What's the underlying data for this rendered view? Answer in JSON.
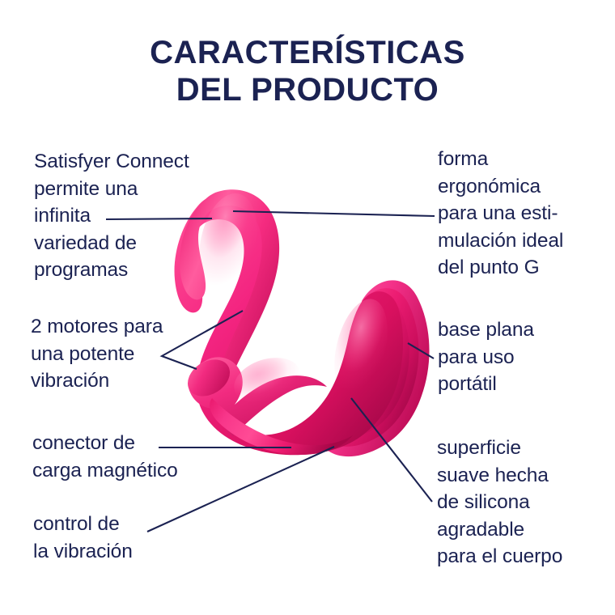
{
  "page": {
    "background_color": "#ffffff",
    "text_color": "#1b2252",
    "product_color_light": "#ff3d86",
    "product_color_mid": "#ea1a6e",
    "product_color_dark": "#b3094d",
    "product_highlight": "#ff6fa6"
  },
  "title": {
    "line1": "CARACTERÍSTICAS",
    "line2": "DEL PRODUCTO"
  },
  "callouts": {
    "connect": {
      "lines": [
        "Satisfyer Connect",
        "permite una",
        "infinita",
        "variedad de",
        "programas"
      ]
    },
    "motores": {
      "lines": [
        "2 motores para",
        "una potente",
        "vibración"
      ]
    },
    "conector": {
      "lines": [
        "conector de",
        "carga magnético"
      ]
    },
    "control": {
      "lines": [
        "control de",
        "la vibración"
      ]
    },
    "forma": {
      "lines": [
        "forma",
        "ergonómica",
        "para una esti-",
        "mulación ideal",
        "del punto G"
      ]
    },
    "base": {
      "lines": [
        "base plana",
        "para uso",
        "portátil"
      ]
    },
    "superficie": {
      "lines": [
        "superficie",
        "suave hecha",
        "de silicona",
        "agradable",
        "para el cuerpo"
      ]
    }
  },
  "product": {
    "name": "satisfyer-top-secret-vibrator",
    "description": "Pink silicone wearable vibrator with upward G-spot arm, small clitoral nub and ridged flat base lobe"
  }
}
